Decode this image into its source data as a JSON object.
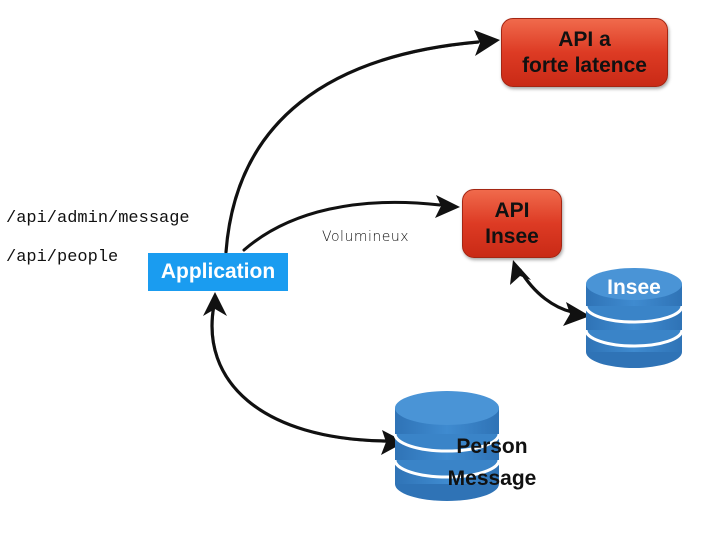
{
  "diagram": {
    "nodes": {
      "api_latence": {
        "line1": "API a",
        "line2": "forte latence",
        "color": "#dd3b24"
      },
      "api_insee": {
        "line1": "API",
        "line2": "Insee",
        "color": "#dd3b24"
      },
      "application": {
        "label": "Application",
        "color": "#1a9cf0"
      },
      "insee_db": {
        "label": "Insee",
        "color": "#3a84c8"
      },
      "person_message_db": {
        "line1": "Person",
        "line2": "Message",
        "color": "#3a84c8"
      }
    },
    "endpoints": [
      "/api/admin/message",
      "/api/people"
    ],
    "edge_labels": {
      "volumineux": "Volumineux"
    },
    "edges": [
      {
        "from": "application",
        "to": "api_latence",
        "direction": "forward"
      },
      {
        "from": "application",
        "to": "api_insee",
        "direction": "forward",
        "label": "Volumineux"
      },
      {
        "from": "api_insee",
        "to": "insee_db",
        "direction": "both"
      },
      {
        "from": "application",
        "to": "person_message_db",
        "direction": "both"
      }
    ]
  }
}
